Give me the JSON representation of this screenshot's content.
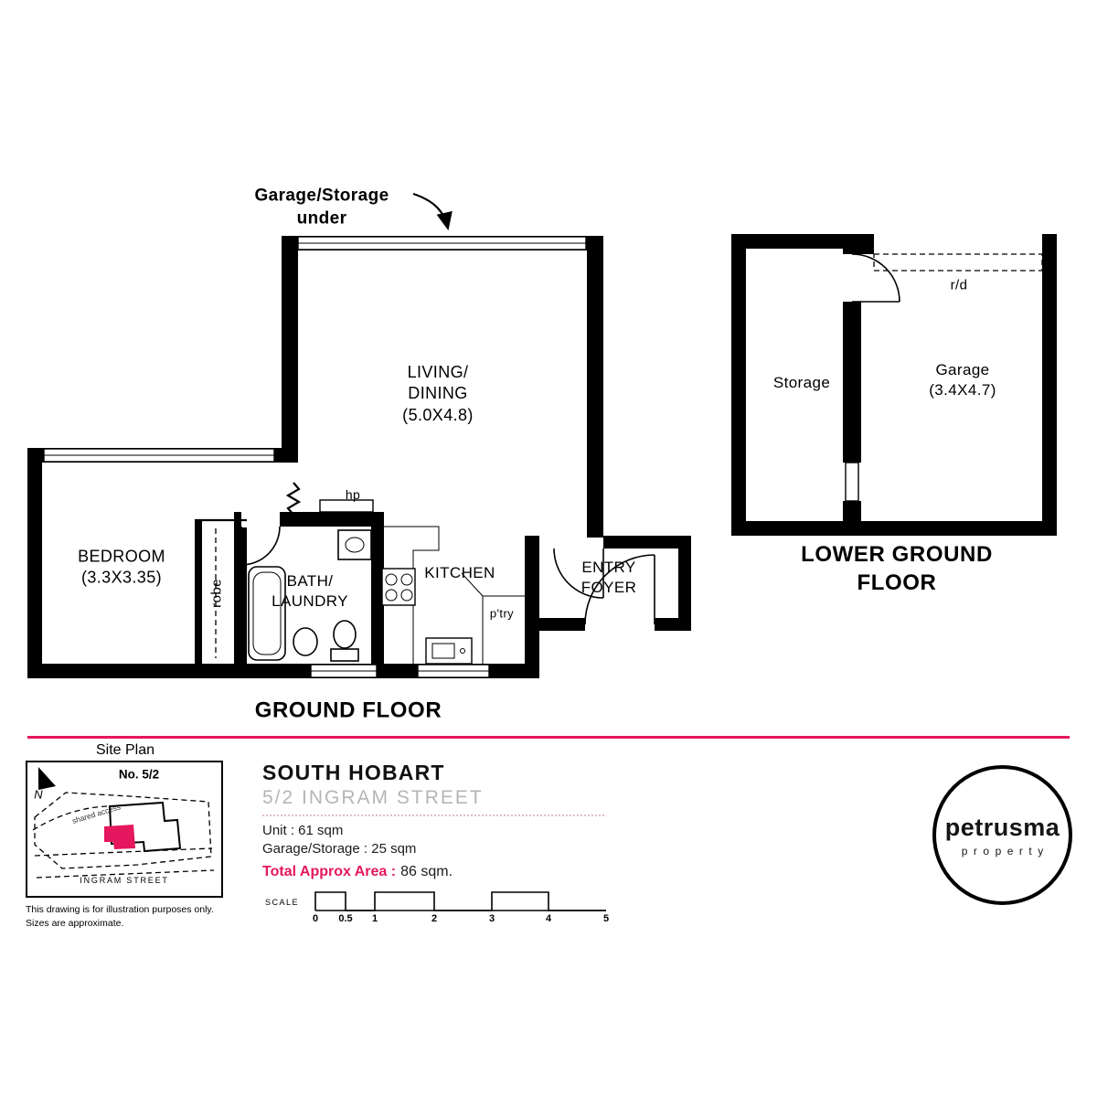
{
  "colors": {
    "accent": "#E5175E",
    "wall": "#000000",
    "address_gray": "#B5B5B5"
  },
  "ground_floor": {
    "title": "GROUND FLOOR",
    "annotation": "Garage/Storage\nunder",
    "rooms": {
      "living_dining": "LIVING/\nDINING\n(5.0X4.8)",
      "bedroom": "BEDROOM\n(3.3X3.35)",
      "robe": "robe",
      "bath_laundry": "BATH/\nLAUNDRY",
      "hp": "hp",
      "kitchen": "KITCHEN",
      "pantry": "p'try",
      "entry_foyer": "ENTRY\nFOYER"
    }
  },
  "lower_ground_floor": {
    "title": "LOWER GROUND FLOOR",
    "rooms": {
      "storage": "Storage",
      "garage": "Garage\n(3.4X4.7)",
      "roller_door": "r/d"
    }
  },
  "site_plan": {
    "title": "Site Plan",
    "unit_number": "No. 5/2",
    "north_label": "N",
    "shared_access": "shared access",
    "street": "INGRAM STREET",
    "disclaimer": "This drawing is for illustration purposes only.\nSizes are approximate."
  },
  "details": {
    "suburb": "SOUTH HOBART",
    "address": "5/2 INGRAM STREET",
    "unit_area": "Unit : 61 sqm",
    "garage_storage_area": "Garage/Storage : 25 sqm",
    "total_area_label": "Total Approx Area :",
    "total_area_value": "86 sqm.",
    "scale_label": "SCALE",
    "scale_ticks": [
      "0",
      "0.5",
      "1",
      "2",
      "3",
      "4",
      "5"
    ]
  },
  "logo": {
    "name": "petrusma",
    "tagline": "property"
  }
}
